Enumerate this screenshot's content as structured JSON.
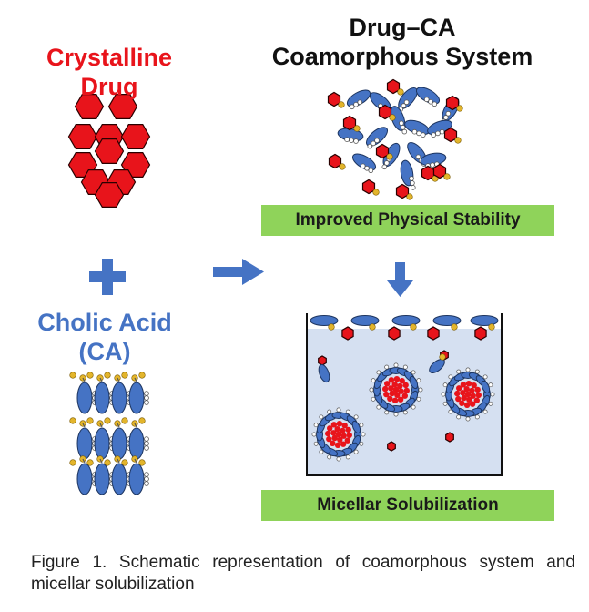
{
  "crystalline": {
    "line1": "Crystalline",
    "line2": "Drug"
  },
  "cholic": {
    "line1": "Cholic Acid",
    "line2": "(CA)"
  },
  "coamorphous": {
    "line1": "Drug–CA",
    "line2": "Coamorphous System"
  },
  "banners": {
    "stability": "Improved Physical Stability",
    "solubilization": "Micellar Solubilization"
  },
  "caption": "Figure 1. Schematic representation of coamorphous system and micellar solubilization",
  "colors": {
    "drug_red": "#e8141b",
    "ca_blue": "#4573c4",
    "banner_green": "#8fd35a",
    "water": "#d5e0f1",
    "linker_gold": "#e3b52c"
  }
}
